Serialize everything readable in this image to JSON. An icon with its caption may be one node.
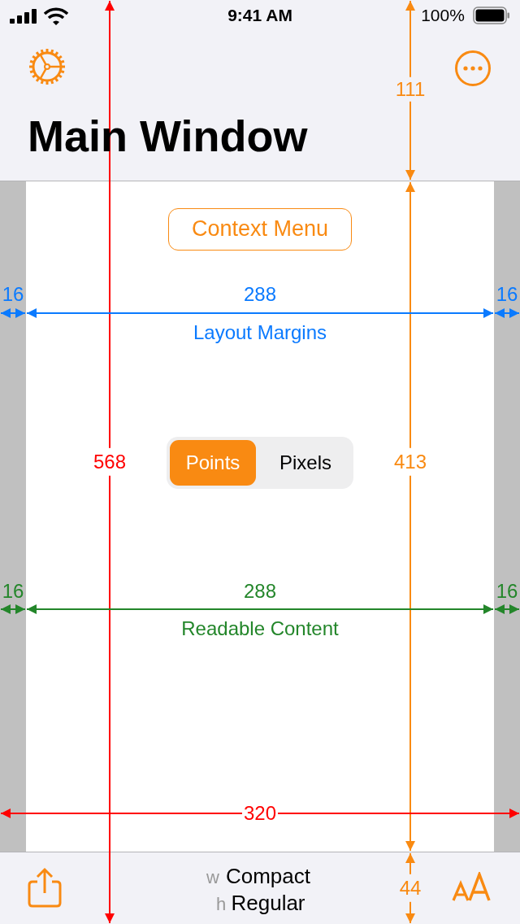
{
  "diagram": {
    "title": "Main Window",
    "labels": [
      "9:41 AM",
      "100%",
      "111",
      "Context Menu",
      "16",
      "288",
      "16",
      "Layout Margins",
      "568",
      "Points",
      "Pixels",
      "413",
      "16",
      "288",
      "16",
      "Readable Content",
      "320",
      "w",
      "Compact",
      "h",
      "Regular",
      "44"
    ]
  }
}
